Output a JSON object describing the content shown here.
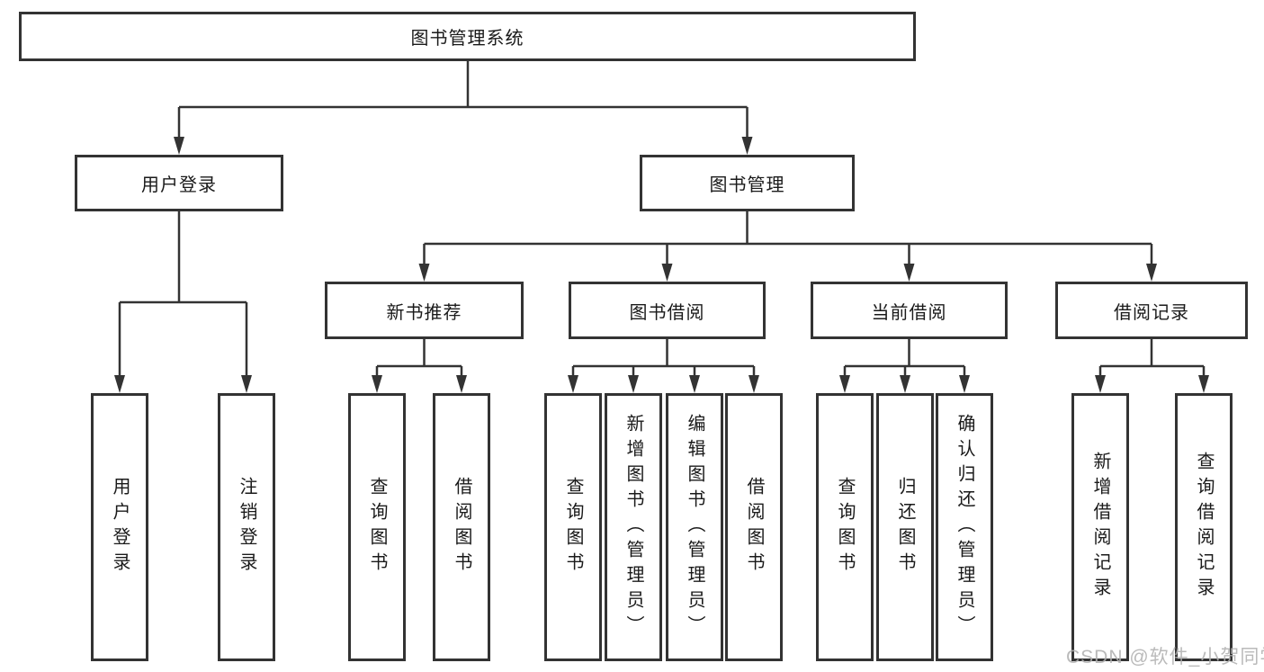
{
  "diagram_title": "图书管理系统",
  "nodes": {
    "root": "图书管理系统",
    "level2": {
      "user_login": "用户登录",
      "book_management": "图书管理"
    },
    "level3": {
      "new_books": "新书推荐",
      "book_borrow": "图书借阅",
      "current_borrow": "当前借阅",
      "borrow_records": "借阅记录"
    },
    "leaves": {
      "user_login": [
        "用户登录",
        "注销登录"
      ],
      "new_books": [
        "查询图书",
        "借阅图书"
      ],
      "book_borrow": [
        "查询图书",
        "新增图书（管理员）",
        "编辑图书（管理员）",
        "借阅图书"
      ],
      "current_borrow": [
        "查询图书",
        "归还图书",
        "确认归还（管理员）"
      ],
      "borrow_records": [
        "新增借阅记录",
        "查询借阅记录"
      ]
    }
  },
  "watermark": "CSDN @软件_小贺同学",
  "colors": {
    "line": "#333333",
    "text": "#1a1a1a",
    "watermark": "#b0b0b0",
    "background": "#ffffff"
  }
}
